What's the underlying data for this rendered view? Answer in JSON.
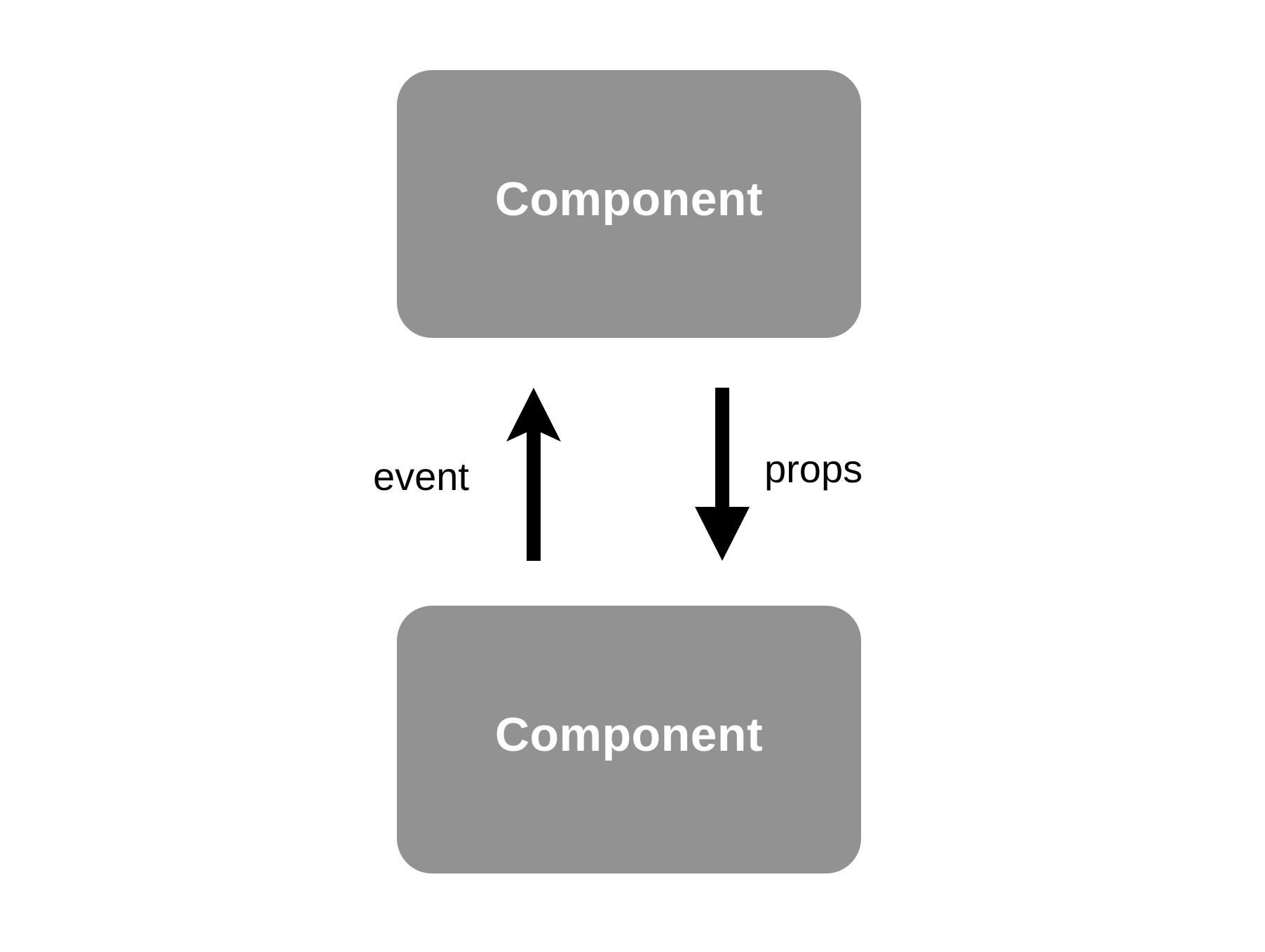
{
  "diagram": {
    "colors": {
      "box_fill": "#929292",
      "box_text": "#ffffff",
      "arrow": "#000000",
      "label_text": "#000000",
      "background": "#ffffff"
    },
    "nodes": [
      {
        "id": "top",
        "label": "Component"
      },
      {
        "id": "bottom",
        "label": "Component"
      }
    ],
    "edges": [
      {
        "from": "bottom",
        "to": "top",
        "label": "event",
        "direction": "up"
      },
      {
        "from": "top",
        "to": "bottom",
        "label": "props",
        "direction": "down"
      }
    ]
  }
}
